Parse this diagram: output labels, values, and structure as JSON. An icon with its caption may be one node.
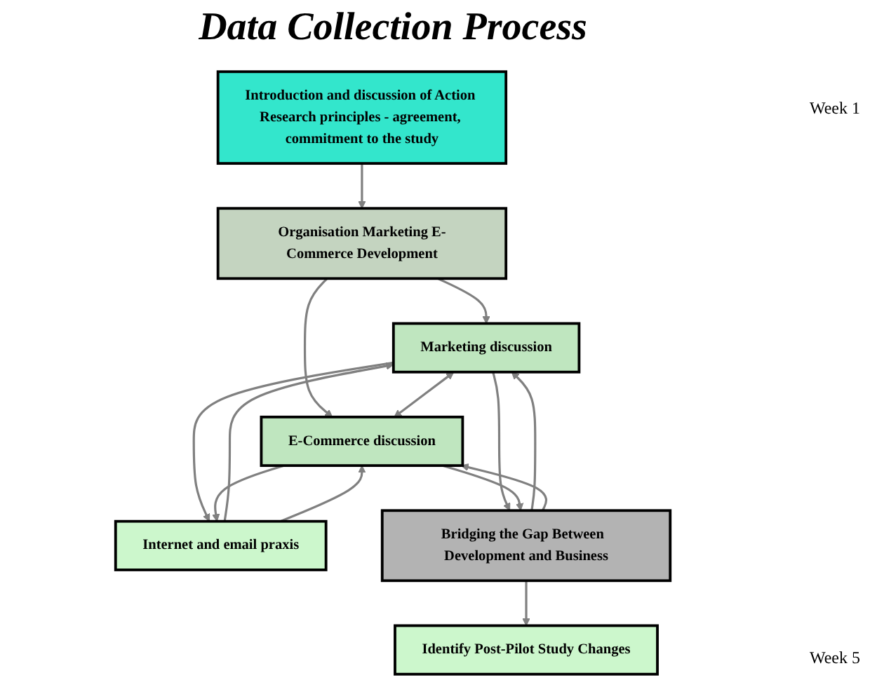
{
  "diagram": {
    "title": "Data Collection Process",
    "nodes": [
      {
        "text": [
          "Introduction and discussion of Action Research principles - agreement, commitment to the study"
        ]
      },
      {
        "text": [
          "Identify Post-Pilot Study Changes"
        ]
      },
      {
        "text": [
          "Organisation Marketing E-Commerce Development"
        ]
      },
      {
        "text": [
          "Marketing discussion"
        ]
      },
      {
        "text": [
          "E-Commerce discussion"
        ]
      },
      {
        "text": [
          "Internet and email praxis"
        ]
      },
      {
        "text": [
          "Bridging the Gap Between  Development and Business"
        ]
      }
    ],
    "edges": [
      {
        "from": 0,
        "to": 2,
        "arrow": "to"
      },
      {
        "from": 2,
        "to": 3,
        "arrow": "to"
      },
      {
        "from": 2,
        "to": 4,
        "arrow": "to"
      },
      {
        "from": 3,
        "to": 4,
        "arrow": "both"
      },
      {
        "from": 3,
        "to": 5,
        "arrow": "to"
      },
      {
        "from": 5,
        "to": 3,
        "arrow": "to"
      },
      {
        "from": 5,
        "to": 4,
        "arrow": "to"
      },
      {
        "from": 4,
        "to": 5,
        "arrow": "to"
      },
      {
        "from": 6,
        "to": 1,
        "arrow": "to"
      },
      {
        "from": 3,
        "to": 6,
        "arrow": "to"
      },
      {
        "from": 6,
        "to": 3,
        "arrow": "to"
      },
      {
        "from": 4,
        "to": 6,
        "arrow": "to"
      },
      {
        "from": 6,
        "to": 4,
        "arrow": "to"
      }
    ],
    "labels": [
      "Week  1",
      "Week  5"
    ]
  }
}
